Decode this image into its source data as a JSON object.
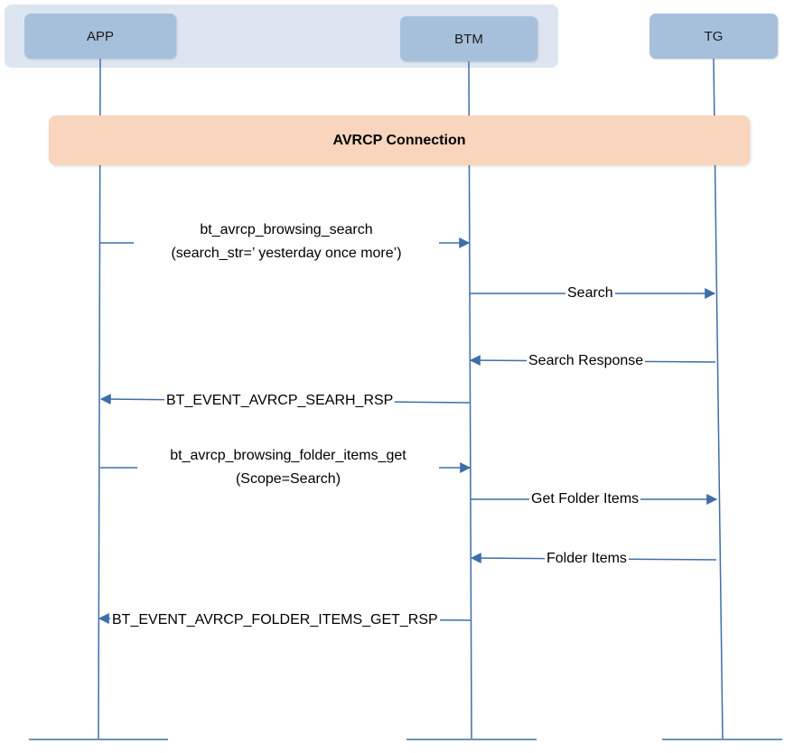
{
  "participants": {
    "app": "APP",
    "btm": "BTM",
    "tg": "TG"
  },
  "banner": "AVRCP Connection",
  "messages": {
    "m1_line1": "bt_avrcp_browsing_search",
    "m1_line2": "(search_str=’ yesterday once more’)",
    "m2": "Search",
    "m3": "Search Response",
    "m4": "BT_EVENT_AVRCP_SEARH_RSP",
    "m5_line1": "bt_avrcp_browsing_folder_items_get",
    "m5_line2": "(Scope=Search)",
    "m6": "Get Folder Items",
    "m7": "Folder Items",
    "m8": "BT_EVENT_AVRCP_FOLDER_ITEMS_GET_RSP"
  },
  "colors": {
    "lifeline": "#3e6ea8",
    "participant_fill": "#a6c0dc",
    "group_fill": "#dde6f0",
    "banner_fill": "#f8d5bc"
  }
}
